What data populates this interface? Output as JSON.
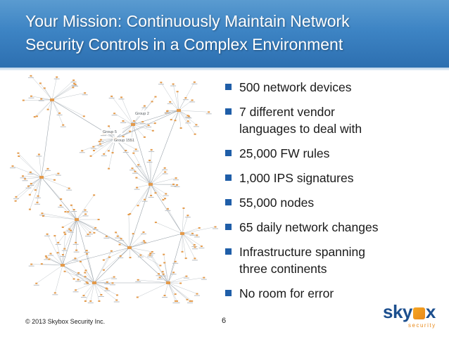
{
  "slide": {
    "title_line1": "Your Mission:  Continuously Maintain Network",
    "title_line2": "Security Controls in a Complex Environment",
    "bullets": [
      {
        "line1": "500 network devices"
      },
      {
        "line1": "7 different vendor",
        "line2": "languages to deal with"
      },
      {
        "line1": "25,000 FW rules"
      },
      {
        "line1": "1,000 IPS signatures"
      },
      {
        "line1": "55,000 nodes"
      },
      {
        "line1": "65 daily network changes"
      },
      {
        "line1": "Infrastructure spanning",
        "line2": "three continents"
      },
      {
        "line1": "No room for error"
      }
    ],
    "footer": {
      "copyright": "© 2013 Skybox Security Inc.",
      "page_number": "6"
    },
    "logo": {
      "word_before": "sky",
      "word_after": "x",
      "tagline": "security"
    },
    "network_labels": {
      "group_a": "Group 2",
      "group_b": "Group 5",
      "group_c": "Group 1551"
    }
  },
  "colors": {
    "header": "#3d84c4",
    "bullet": "#1f5ea8",
    "logo_blue": "#1c4f8e",
    "logo_orange": "#e8891a",
    "node": "#e49a4a",
    "edge": "#9aa3ab"
  }
}
